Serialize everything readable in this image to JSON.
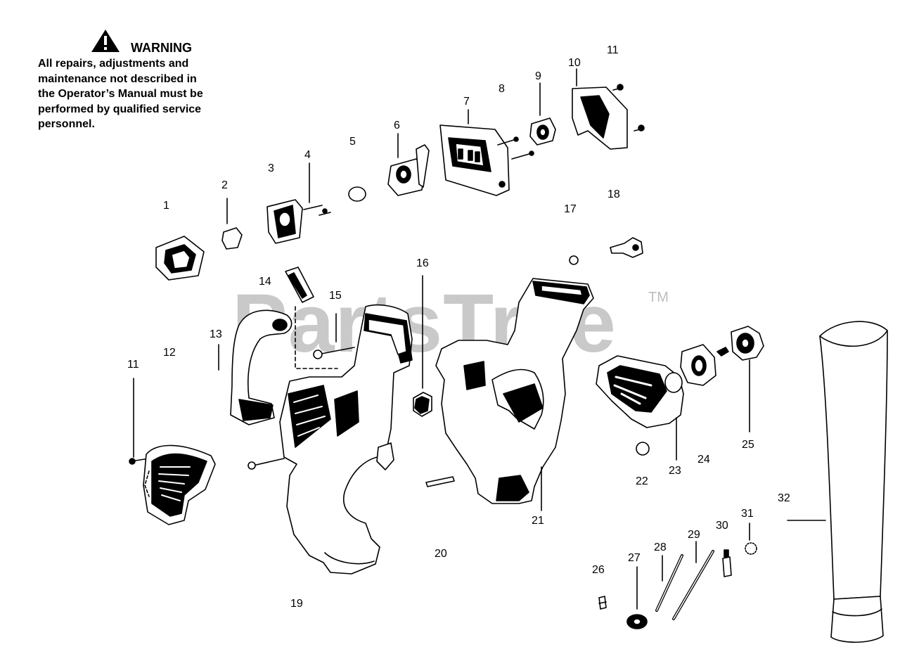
{
  "warning": {
    "title": "WARNING",
    "lines": [
      "All repairs, adjustments and",
      "maintenance not described in",
      "the Operator’s Manual must be",
      "performed by qualified service",
      "personnel."
    ],
    "icon": "warning-triangle-icon"
  },
  "watermark": {
    "text": "PartsTree",
    "trademark": "TM"
  },
  "callouts": [
    "1",
    "2",
    "3",
    "4",
    "5",
    "6",
    "7",
    "8",
    "9",
    "10",
    "11",
    "11",
    "12",
    "13",
    "14",
    "15",
    "16",
    "17",
    "18",
    "19",
    "20",
    "21",
    "22",
    "23",
    "24",
    "25",
    "26",
    "27",
    "28",
    "29",
    "30",
    "31",
    "32"
  ]
}
